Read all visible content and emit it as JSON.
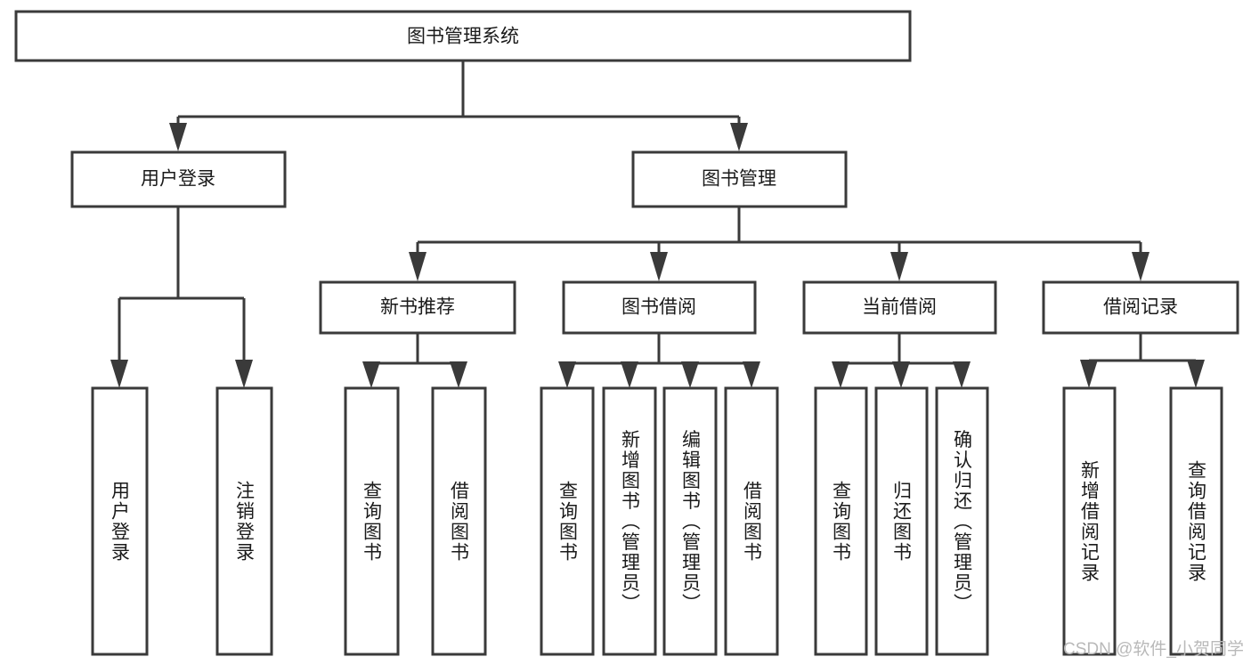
{
  "diagram": {
    "title": "图书管理系统",
    "type": "hierarchy-tree",
    "orientation": "top-down",
    "levels": 4,
    "colors": {
      "background": "#ffffff",
      "box_fill": "#ffffff",
      "box_stroke": "#3a3a3a",
      "connector": "#3a3a3a",
      "text": "#1a1a1a",
      "watermark": "#b9b9b9"
    },
    "root": {
      "label": "图书管理系统"
    },
    "level2": [
      {
        "label": "用户登录"
      },
      {
        "label": "图书管理"
      }
    ],
    "level3": [
      {
        "label": "新书推荐"
      },
      {
        "label": "图书借阅"
      },
      {
        "label": "当前借阅"
      },
      {
        "label": "借阅记录"
      }
    ],
    "leaves_user_login": [
      {
        "label": "用户登录"
      },
      {
        "label": "注销登录"
      }
    ],
    "leaves_new_books": [
      {
        "label": "查询图书"
      },
      {
        "label": "借阅图书"
      }
    ],
    "leaves_borrow": [
      {
        "label": "查询图书"
      },
      {
        "label": "新增图书（管理员）"
      },
      {
        "label": "编辑图书（管理员）"
      },
      {
        "label": "借阅图书"
      }
    ],
    "leaves_current": [
      {
        "label": "查询图书"
      },
      {
        "label": "归还图书"
      },
      {
        "label": "确认归还（管理员）"
      }
    ],
    "leaves_records": [
      {
        "label": "新增借阅记录"
      },
      {
        "label": "查询借阅记录"
      }
    ]
  },
  "watermark": {
    "text": "CSDN @软件_小贺同学"
  }
}
